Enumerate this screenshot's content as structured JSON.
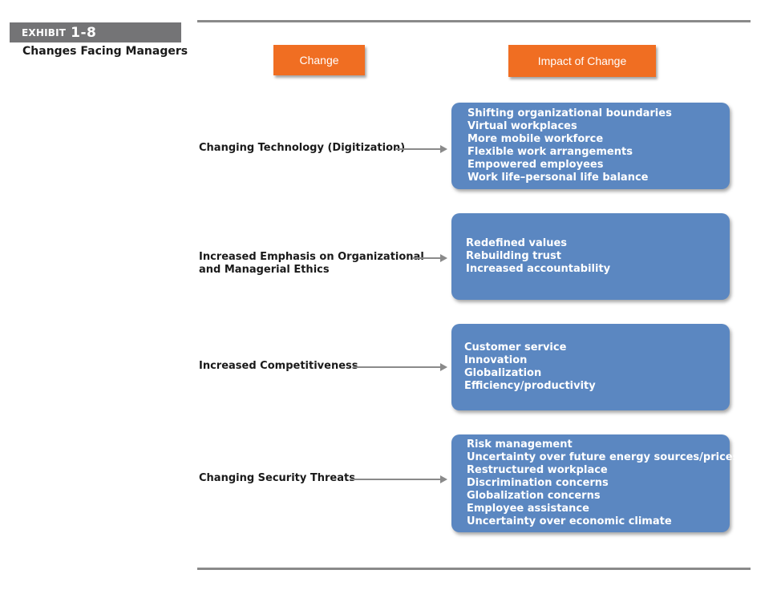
{
  "exhibit": {
    "word": "EXHIBIT",
    "number": "1-8",
    "title": "Changes Facing Managers"
  },
  "headers": {
    "change": "Change",
    "impact": "Impact of Change"
  },
  "rows": [
    {
      "change": [
        "Changing Technology (Digitization)"
      ],
      "impacts": [
        "Shifting organizational boundaries",
        "Virtual workplaces",
        "More mobile workforce",
        "Flexible work arrangements",
        "Empowered employees",
        "Work life–personal life balance"
      ]
    },
    {
      "change": [
        "Increased Emphasis on Organizational",
        "and Managerial Ethics"
      ],
      "impacts": [
        "Redefined values",
        "Rebuilding trust",
        "Increased accountability"
      ]
    },
    {
      "change": [
        "Increased Competitiveness"
      ],
      "impacts": [
        "Customer service",
        "Innovation",
        "Globalization",
        "Efficiency/productivity"
      ]
    },
    {
      "change": [
        "Changing Security Threats"
      ],
      "impacts": [
        "Risk management",
        "Uncertainty over future energy sources/prices",
        "Restructured workplace",
        "Discrimination concerns",
        "Globalization concerns",
        "Employee assistance",
        "Uncertainty over economic climate"
      ]
    }
  ],
  "colors": {
    "header_orange": "#f06e22",
    "box_blue": "#5b87c1",
    "exhibit_gray": "#747476",
    "arrow_gray": "#8a8a8a"
  }
}
